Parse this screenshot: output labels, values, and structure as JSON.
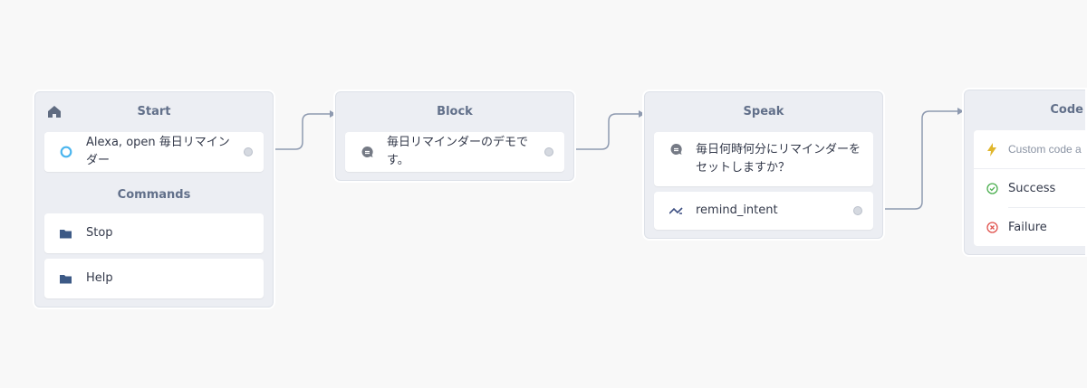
{
  "start": {
    "title": "Start",
    "icon": "home-icon",
    "launch": {
      "icon": "alexa-ring-icon",
      "text": "Alexa, open 毎日リマインダー"
    },
    "commands_title": "Commands",
    "commands": [
      {
        "icon": "folder-icon",
        "label": "Stop"
      },
      {
        "icon": "folder-icon",
        "label": "Help"
      }
    ]
  },
  "block": {
    "title": "Block",
    "speak": {
      "icon": "speech-bubble-icon",
      "text": "毎日リマインダーのデモです。"
    }
  },
  "speak": {
    "title": "Speak",
    "speak": {
      "icon": "speech-bubble-icon",
      "text": "毎日何時何分にリマインダーをセットしますか？"
    },
    "intent": {
      "icon": "shuffle-icon",
      "text": "remind_intent"
    }
  },
  "code": {
    "title": "Code",
    "custom": {
      "icon": "lightning-icon",
      "text": "Custom code a"
    },
    "success": {
      "icon": "check-circle-icon",
      "label": "Success",
      "color": "#4caf50"
    },
    "failure": {
      "icon": "x-circle-icon",
      "label": "Failure",
      "color": "#e0524d"
    }
  }
}
